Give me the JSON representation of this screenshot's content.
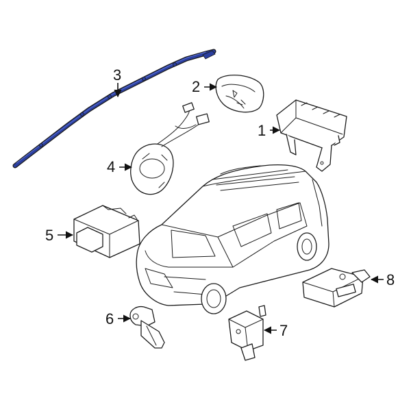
{
  "diagram": {
    "highlight_color": "#2b3f9f",
    "line_color": "#1a1a1a",
    "background": "#ffffff",
    "highlighted_part": "3",
    "callouts": [
      {
        "id": "1",
        "label": "1"
      },
      {
        "id": "2",
        "label": "2"
      },
      {
        "id": "3",
        "label": "3"
      },
      {
        "id": "4",
        "label": "4"
      },
      {
        "id": "5",
        "label": "5"
      },
      {
        "id": "6",
        "label": "6"
      },
      {
        "id": "7",
        "label": "7"
      },
      {
        "id": "8",
        "label": "8"
      }
    ]
  }
}
